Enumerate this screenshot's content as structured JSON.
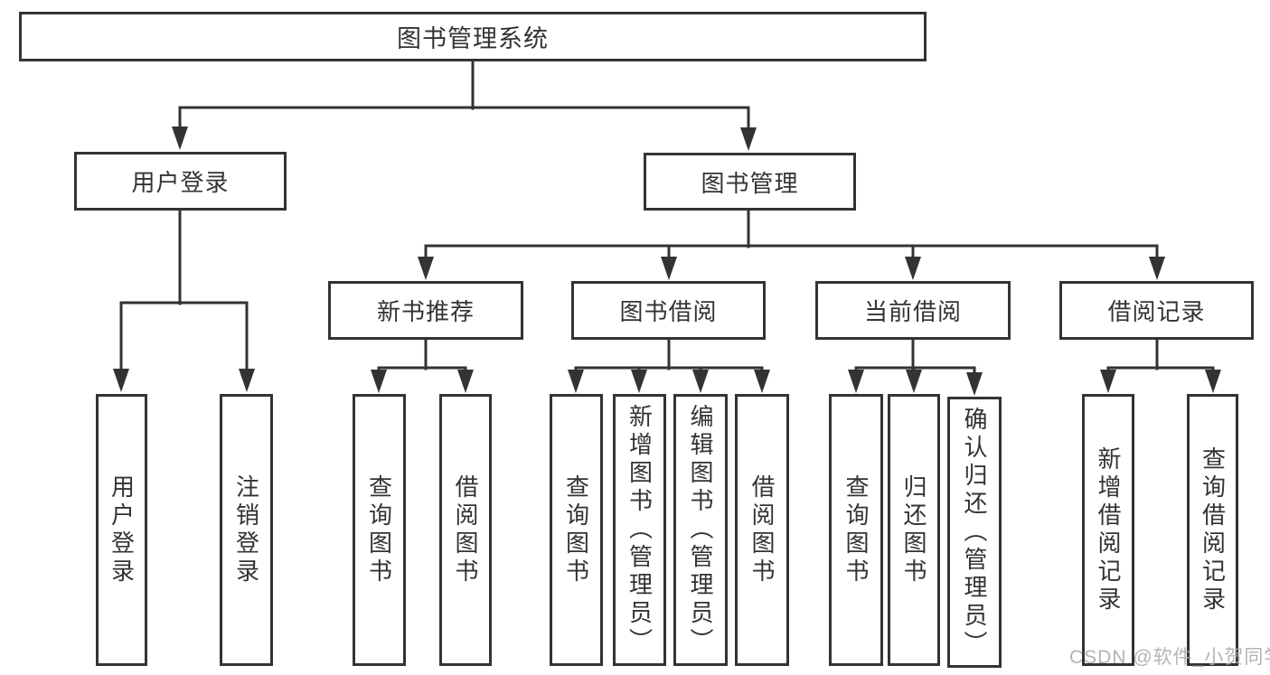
{
  "diagram": {
    "root": {
      "label": "图书管理系统"
    },
    "level2": [
      {
        "label": "用户登录"
      },
      {
        "label": "图书管理"
      }
    ],
    "level3": [
      {
        "label": "新书推荐"
      },
      {
        "label": "图书借阅"
      },
      {
        "label": "当前借阅"
      },
      {
        "label": "借阅记录"
      }
    ],
    "leaves": {
      "user_login": [
        "用户登录",
        "注销登录"
      ],
      "new_book": [
        "查询图书",
        "借阅图书"
      ],
      "borrow": [
        "查询图书",
        "新增图书（管理员）",
        "编辑图书（管理员）",
        "借阅图书"
      ],
      "current": [
        "查询图书",
        "归还图书",
        "确认归还（管理员）"
      ],
      "records": [
        "新增借阅记录",
        "查询借阅记录"
      ]
    },
    "colors": {
      "line": "#333333",
      "text": "#333333",
      "background": "#ffffff",
      "watermark": "#acacac"
    },
    "watermark": "CSDN @软件_小贺同学"
  }
}
